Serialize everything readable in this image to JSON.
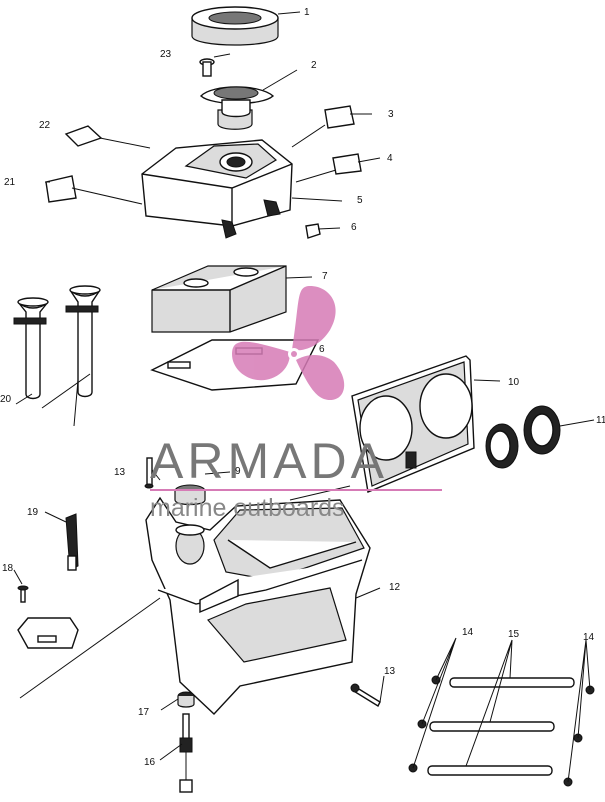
{
  "watermark": {
    "brand": "ARMADA",
    "tagline": "marine outboards",
    "logo_color": "#d67bb6"
  },
  "callouts": {
    "c1": "1",
    "c2": "2",
    "c3": "3",
    "c4": "4",
    "c5": "5",
    "c6a": "6",
    "c6b": "6",
    "c7": "7",
    "c9": "9",
    "c10": "10",
    "c11": "11",
    "c12": "12",
    "c13a": "13",
    "c13b": "13",
    "c14a": "14",
    "c14b": "14",
    "c15": "15",
    "c16": "16",
    "c17": "17",
    "c18": "18",
    "c19": "19",
    "c20": "20",
    "c21": "21",
    "c22": "22",
    "c23": "23"
  }
}
